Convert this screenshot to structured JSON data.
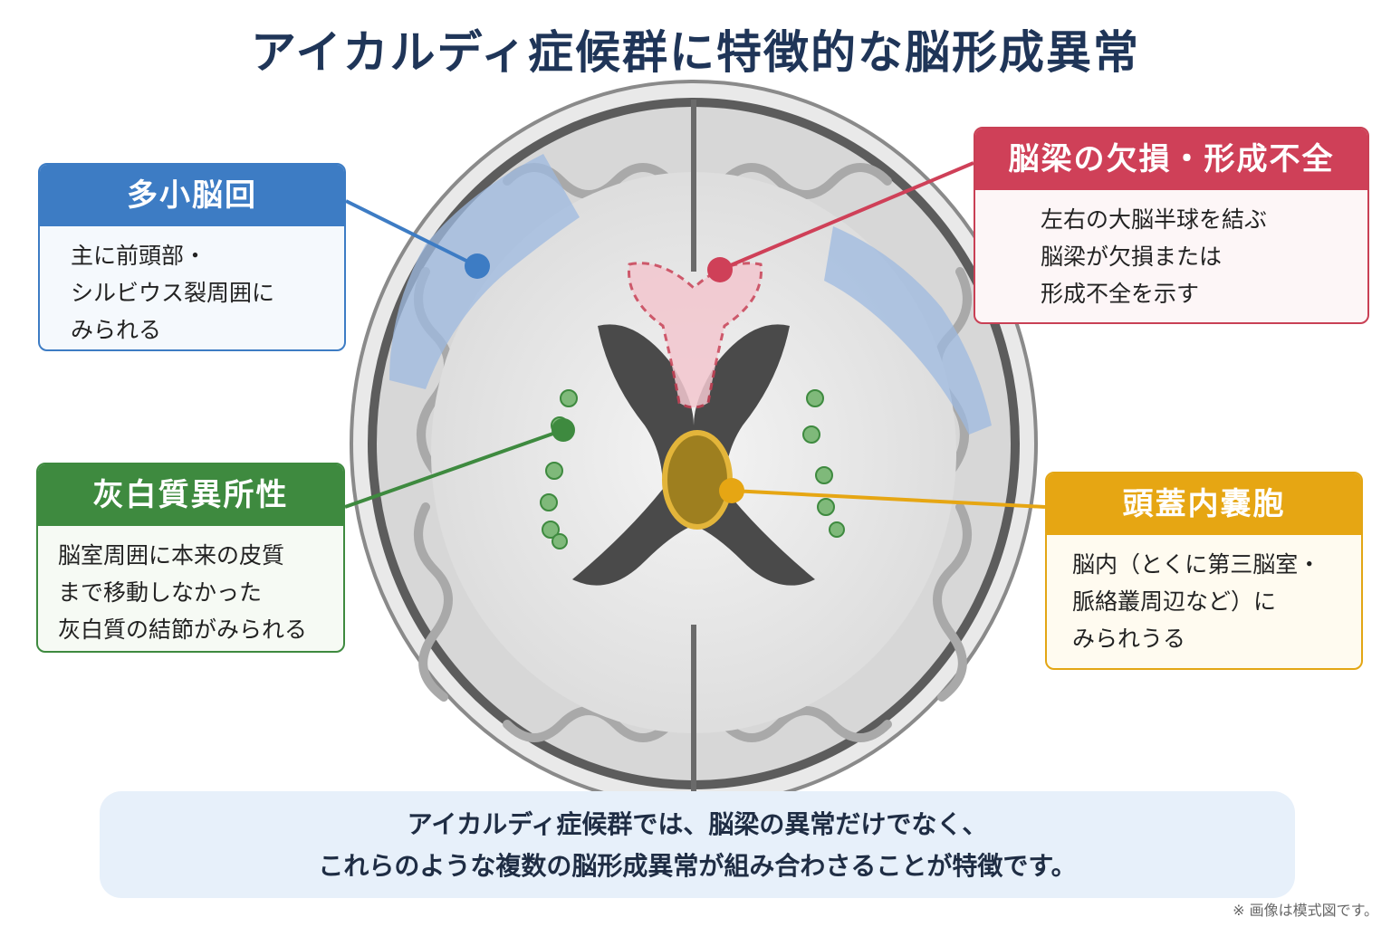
{
  "title": "アイカルディ症候群に特徴的な脳形成異常",
  "callouts": {
    "polymicrogyria": {
      "title": "多小脳回",
      "text": "主に前頭部・\nシルビウス裂周囲に\nみられる",
      "color": "#3d7cc4"
    },
    "corpus_callosum": {
      "title": "脳梁の欠損・形成不全",
      "text": "左右の大脳半球を結ぶ\n脳梁が欠損または\n形成不全を示す",
      "color": "#cf4058"
    },
    "heterotopia": {
      "title": "灰白質異所性",
      "text": "脳室周囲に本来の皮質\nまで移動しなかった\n灰白質の結節がみられる",
      "color": "#3e8a3f"
    },
    "cyst": {
      "title": "頭蓋内嚢胞",
      "text": "脳内（とくに第三脳室・\n脈絡叢周辺など）に\nみられうる",
      "color": "#e6a613"
    }
  },
  "summary": {
    "line1": "アイカルディ症候群では、脳梁の異常だけでなく、",
    "line2": "これらのような複数の脳形成異常が組み合わさることが特徴です。"
  },
  "note": "※ 画像は模式図です。"
}
